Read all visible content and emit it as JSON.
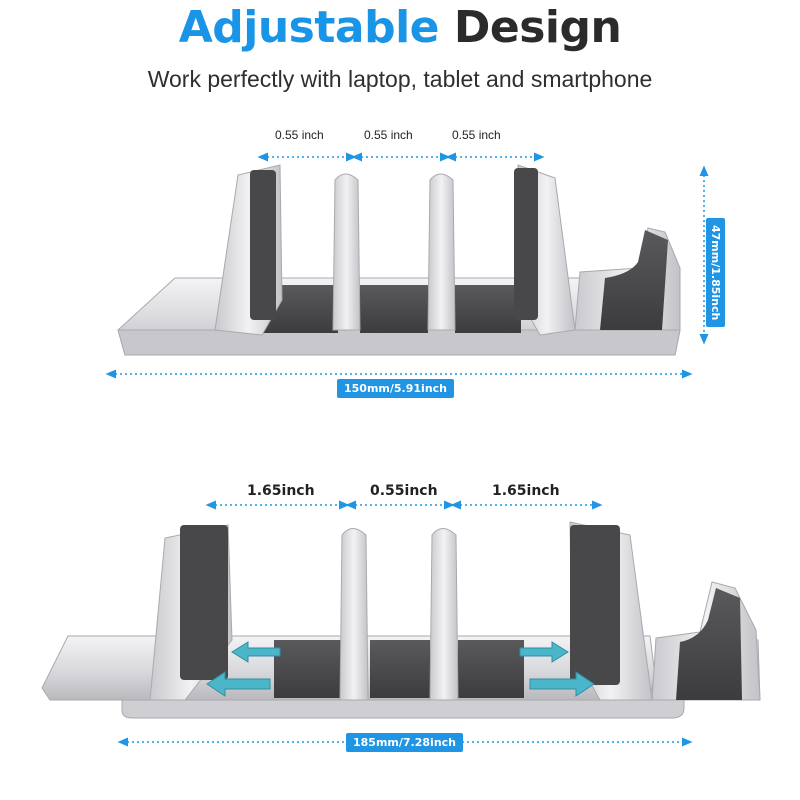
{
  "header": {
    "title_part1": "Adjustable",
    "title_part2": "Design",
    "subtitle": "Work perfectly with laptop, tablet and smartphone"
  },
  "top_stand": {
    "gap_labels": [
      "0.55 inch",
      "0.55 inch",
      "0.55 inch"
    ],
    "width_label": "150mm/5.91inch",
    "height_label": "47mm/1.85inch"
  },
  "bottom_stand": {
    "gap_labels": [
      "1.65inch",
      "0.55inch",
      "1.65inch"
    ],
    "width_label": "185mm/7.28inch"
  },
  "colors": {
    "title_blue": "#1994e6",
    "title_dark": "#2b2b2b",
    "badge_blue": "#1f95e4",
    "silver": "#d9d9dc",
    "pad_dark": "#4a4a4c",
    "arrow_teal": "#4bb5c9"
  }
}
